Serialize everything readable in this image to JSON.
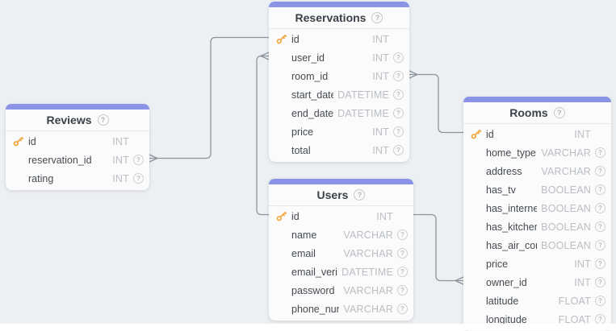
{
  "canvas": {
    "background_color": "#edf0f3",
    "card_color": "#fbfbfb",
    "accent_bar_color": "#8a93e6",
    "line_color": "#8d939c",
    "primary_key_color": "#f2a63b"
  },
  "icons": {
    "table_help_glyph": "?",
    "field_note_glyph": "?",
    "primary_key": "key-icon"
  },
  "tables": [
    {
      "name": "Reservations",
      "fields": [
        {
          "name": "id",
          "type": "INT",
          "pk": true
        },
        {
          "name": "user_id",
          "type": "INT",
          "pk": false
        },
        {
          "name": "room_id",
          "type": "INT",
          "pk": false
        },
        {
          "name": "start_date",
          "type": "DATETIME",
          "pk": false
        },
        {
          "name": "end_date",
          "type": "DATETIME",
          "pk": false
        },
        {
          "name": "price",
          "type": "INT",
          "pk": false
        },
        {
          "name": "total",
          "type": "INT",
          "pk": false
        }
      ]
    },
    {
      "name": "Reviews",
      "fields": [
        {
          "name": "id",
          "type": "INT",
          "pk": true
        },
        {
          "name": "reservation_id",
          "type": "INT",
          "pk": false
        },
        {
          "name": "rating",
          "type": "INT",
          "pk": false
        }
      ]
    },
    {
      "name": "Users",
      "fields": [
        {
          "name": "id",
          "type": "INT",
          "pk": true
        },
        {
          "name": "name",
          "type": "VARCHAR",
          "pk": false
        },
        {
          "name": "email",
          "type": "VARCHAR",
          "pk": false
        },
        {
          "name": "email_verified_",
          "type": "DATETIME",
          "pk": false
        },
        {
          "name": "password",
          "type": "VARCHAR",
          "pk": false
        },
        {
          "name": "phone_numbe",
          "type": "VARCHAR",
          "pk": false
        }
      ]
    },
    {
      "name": "Rooms",
      "fields": [
        {
          "name": "id",
          "type": "INT",
          "pk": true
        },
        {
          "name": "home_type",
          "type": "VARCHAR",
          "pk": false
        },
        {
          "name": "address",
          "type": "VARCHAR",
          "pk": false
        },
        {
          "name": "has_tv",
          "type": "BOOLEAN",
          "pk": false
        },
        {
          "name": "has_internet",
          "type": "BOOLEAN",
          "pk": false
        },
        {
          "name": "has_kitchen",
          "type": "BOOLEAN",
          "pk": false
        },
        {
          "name": "has_air_con",
          "type": "BOOLEAN",
          "pk": false
        },
        {
          "name": "price",
          "type": "INT",
          "pk": false
        },
        {
          "name": "owner_id",
          "type": "INT",
          "pk": false
        },
        {
          "name": "latitude",
          "type": "FLOAT",
          "pk": false
        },
        {
          "name": "longitude",
          "type": "FLOAT",
          "pk": false
        }
      ]
    }
  ],
  "relationships": [
    {
      "from_table": "Reviews",
      "from_field": "reservation_id",
      "to_table": "Reservations",
      "to_field": "id"
    },
    {
      "from_table": "Reservations",
      "from_field": "user_id",
      "to_table": "Users",
      "to_field": "id"
    },
    {
      "from_table": "Reservations",
      "from_field": "room_id",
      "to_table": "Rooms",
      "to_field": "id"
    },
    {
      "from_table": "Rooms",
      "from_field": "owner_id",
      "to_table": "Users",
      "to_field": "id"
    }
  ]
}
